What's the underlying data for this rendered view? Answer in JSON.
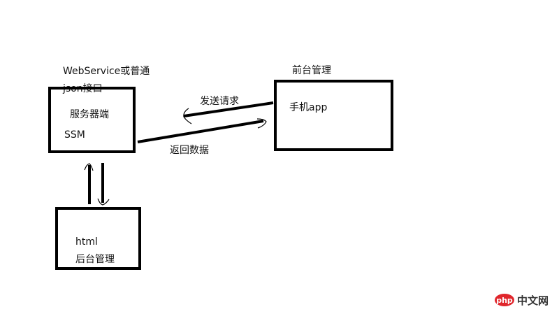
{
  "server": {
    "note_line1": "WebService或普通",
    "note_line2": "json接口",
    "title": "服务器端",
    "subtitle": "SSM"
  },
  "frontend": {
    "label": "前台管理",
    "title": "手机app"
  },
  "backend": {
    "title": "html",
    "label": "后台管理"
  },
  "arrows": {
    "request": "发送请求",
    "response": "返回数据"
  },
  "watermark": {
    "badge": "php",
    "text": "中文网",
    "badge_color": "#e0262c"
  }
}
